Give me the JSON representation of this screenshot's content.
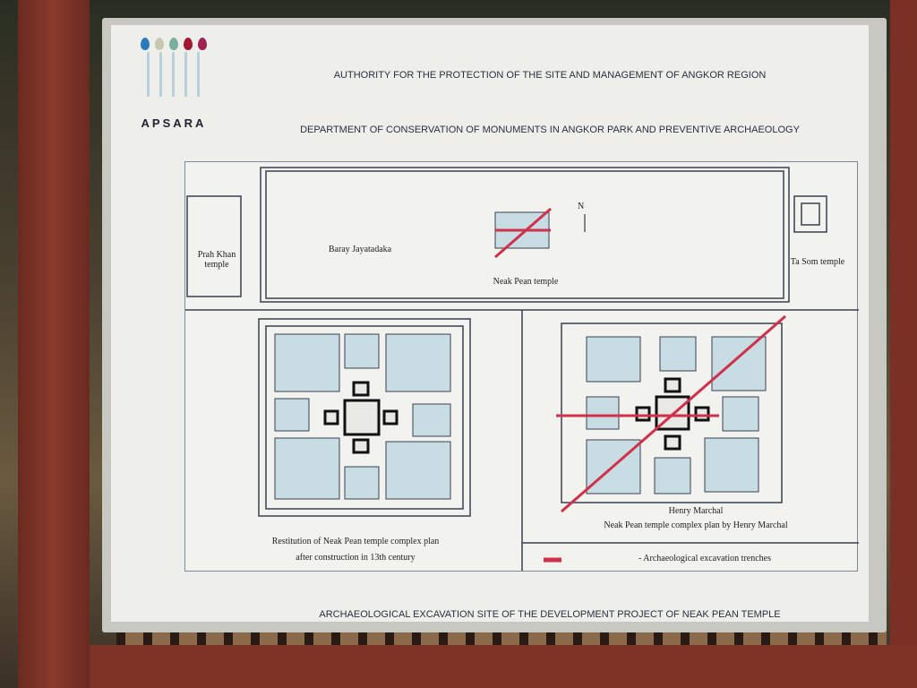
{
  "header": {
    "authority": "AUTHORITY FOR THE PROTECTION OF THE SITE AND MANAGEMENT OF ANGKOR REGION",
    "department": "DEPARTMENT OF CONSERVATION OF MONUMENTS IN ANGKOR PARK AND PREVENTIVE ARCHAEOLOGY"
  },
  "logo": {
    "name": "APSARA",
    "drop_colors": [
      "#2a7ac0",
      "#c8c8b0",
      "#7ab0a0",
      "#a01830",
      "#a02050"
    ]
  },
  "map": {
    "top": {
      "prah_khan": "Prah Khan temple",
      "baray": "Baray Jayatadaka",
      "neak_pean": "Neak Pean temple",
      "ta_som": "Ta Som temple",
      "north": "N"
    },
    "left_caption_1": "Restitution of Neak Pean temple complex plan",
    "left_caption_2": "after construction in 13th century",
    "right_caption_1": "Henry Marchal",
    "right_caption_2": "Neak Pean temple complex plan by Henry Marchal",
    "legend": "- Archaeological excavation trenches",
    "trench_color": "#d0304a"
  },
  "footer": "ARCHAEOLOGICAL EXCAVATION SITE OF THE DEVELOPMENT  PROJECT  OF NEAK PEAN TEMPLE"
}
